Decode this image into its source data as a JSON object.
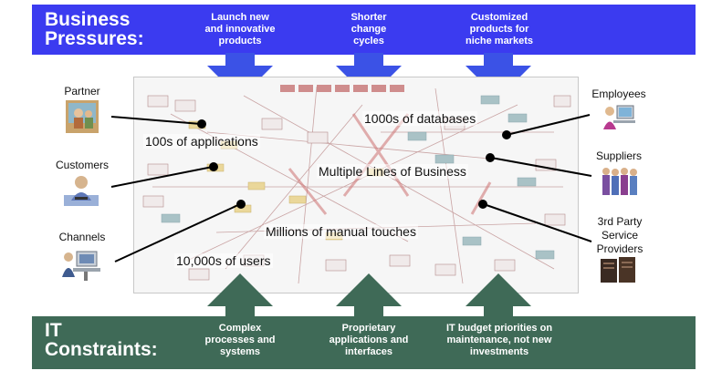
{
  "top_band": {
    "title": [
      "Business",
      "Pressures:"
    ],
    "items": [
      [
        "Launch new",
        "and innovative",
        "products"
      ],
      [
        "Shorter",
        "change",
        "cycles"
      ],
      [
        "Customized",
        "products for",
        "niche markets"
      ]
    ]
  },
  "bottom_band": {
    "title": [
      "IT",
      "Constraints:"
    ],
    "items": [
      [
        "Complex",
        "processes and",
        "systems"
      ],
      [
        "Proprietary",
        "applications and",
        "interfaces"
      ],
      [
        "IT budget priorities on",
        "maintenance, not new",
        "investments"
      ]
    ]
  },
  "overlay_labels": {
    "databases": "1000s of databases",
    "applications": "100s of applications",
    "lines_of_business": "Multiple Lines of Business",
    "manual_touches": "Millions of manual touches",
    "users": "10,000s of users"
  },
  "left_entities": {
    "partner": [
      "Partner"
    ],
    "customers": [
      "Customers"
    ],
    "channels": [
      "Channels"
    ]
  },
  "right_entities": {
    "employees": [
      "Employees"
    ],
    "suppliers": [
      "Suppliers"
    ],
    "third_party": [
      "3rd Party",
      "Service",
      "Providers"
    ]
  },
  "colors": {
    "top_band": "#3b3bf0",
    "top_arrow": "#3b52e6",
    "bottom_band": "#3f6a57",
    "bottom_arrow": "#3f6a57"
  }
}
